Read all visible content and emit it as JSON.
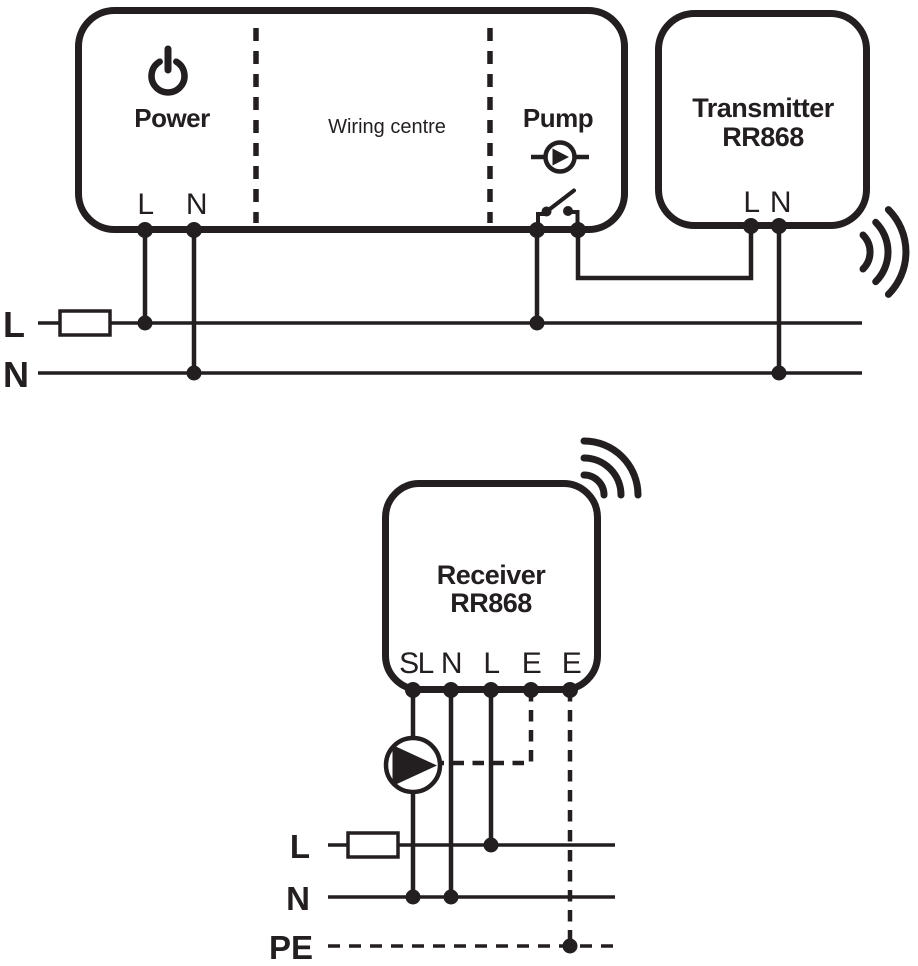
{
  "colors": {
    "ink": "#231f20",
    "background": "#ffffff"
  },
  "wiring_centre": {
    "label": "Wiring centre",
    "power": {
      "label": "Power",
      "icon": "power-icon"
    },
    "pump": {
      "label": "Pump",
      "icon": "pump-icon",
      "switch_icon": "switch-contact-icon"
    },
    "terminals": {
      "live": "L",
      "neutral": "N"
    }
  },
  "transmitter": {
    "name": "Transmitter",
    "model": "RR868",
    "terminals": {
      "live": "L",
      "neutral": "N"
    },
    "icon": "wireless-signal-icon"
  },
  "receiver": {
    "name": "Receiver",
    "model": "RR868",
    "terminals": [
      "SL",
      "N",
      "L",
      "E",
      "E"
    ],
    "icon": "wireless-signal-icon",
    "load_icon": "circulation-pump-icon"
  },
  "mains_top": {
    "live": "L",
    "neutral": "N",
    "fuse_icon": "fuse-icon"
  },
  "mains_bottom": {
    "live": "L",
    "neutral": "N",
    "earth": "PE",
    "fuse_icon": "fuse-icon"
  }
}
